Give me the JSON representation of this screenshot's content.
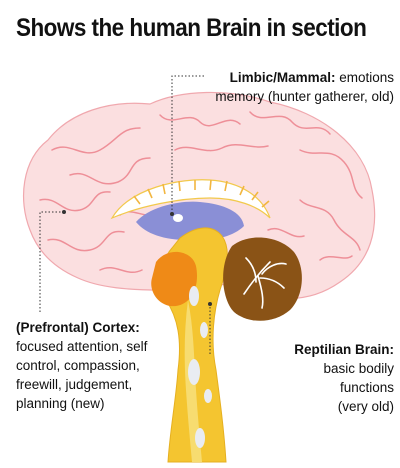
{
  "title": "Shows the human Brain in section",
  "labels": {
    "limbic": {
      "heading": "Limbic/Mammal:",
      "line1_rest": "emotions",
      "line2": "memory (hunter gatherer, old)"
    },
    "cortex": {
      "heading": "(Prefrontal) Cortex:",
      "lines": [
        "focused attention, self",
        "control, compassion,",
        "freewill, judgement,",
        "planning (new)"
      ]
    },
    "reptilian": {
      "heading": "Reptilian Brain:",
      "lines": [
        "basic bodily",
        "functions",
        "(very old)"
      ]
    }
  },
  "colors": {
    "cerebrum": "#fbdfe0",
    "gyri": "#ee8f98",
    "limbic": "#8a8fd6",
    "brainstem": "#f4c530",
    "cerebellum": "#8a5316",
    "thalamus": "#ef8a17",
    "leader_line": "#333333"
  }
}
